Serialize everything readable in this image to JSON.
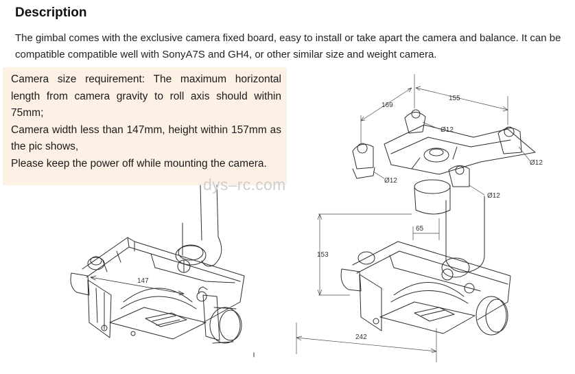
{
  "heading": "Description",
  "intro": "The gimbal comes with the exclusive camera fixed board, easy to install or take apart the camera and balance. It can be compatible compatible well with SonyA7S and GH4, or other similar size and weight camera.",
  "note_lines": [
    "Camera size requirement: The maximum horizontal length from camera gravity to roll axis should within 75mm;",
    "Camera width less than 147mm, height within 157mm as the pic shows,",
    "Please keep the power off while mounting the camera."
  ],
  "watermark": "dys–rc.com",
  "dimensions": {
    "d155": "155",
    "d169": "169",
    "d12a": "Ø12",
    "d12b": "Ø12",
    "d12c": "Ø12",
    "d12d": "Ø12",
    "d65": "65",
    "d153": "153",
    "d242": "242",
    "d147": "147"
  },
  "colors": {
    "note_background": "#fdf1e6",
    "watermark": "#cfcfcf"
  }
}
